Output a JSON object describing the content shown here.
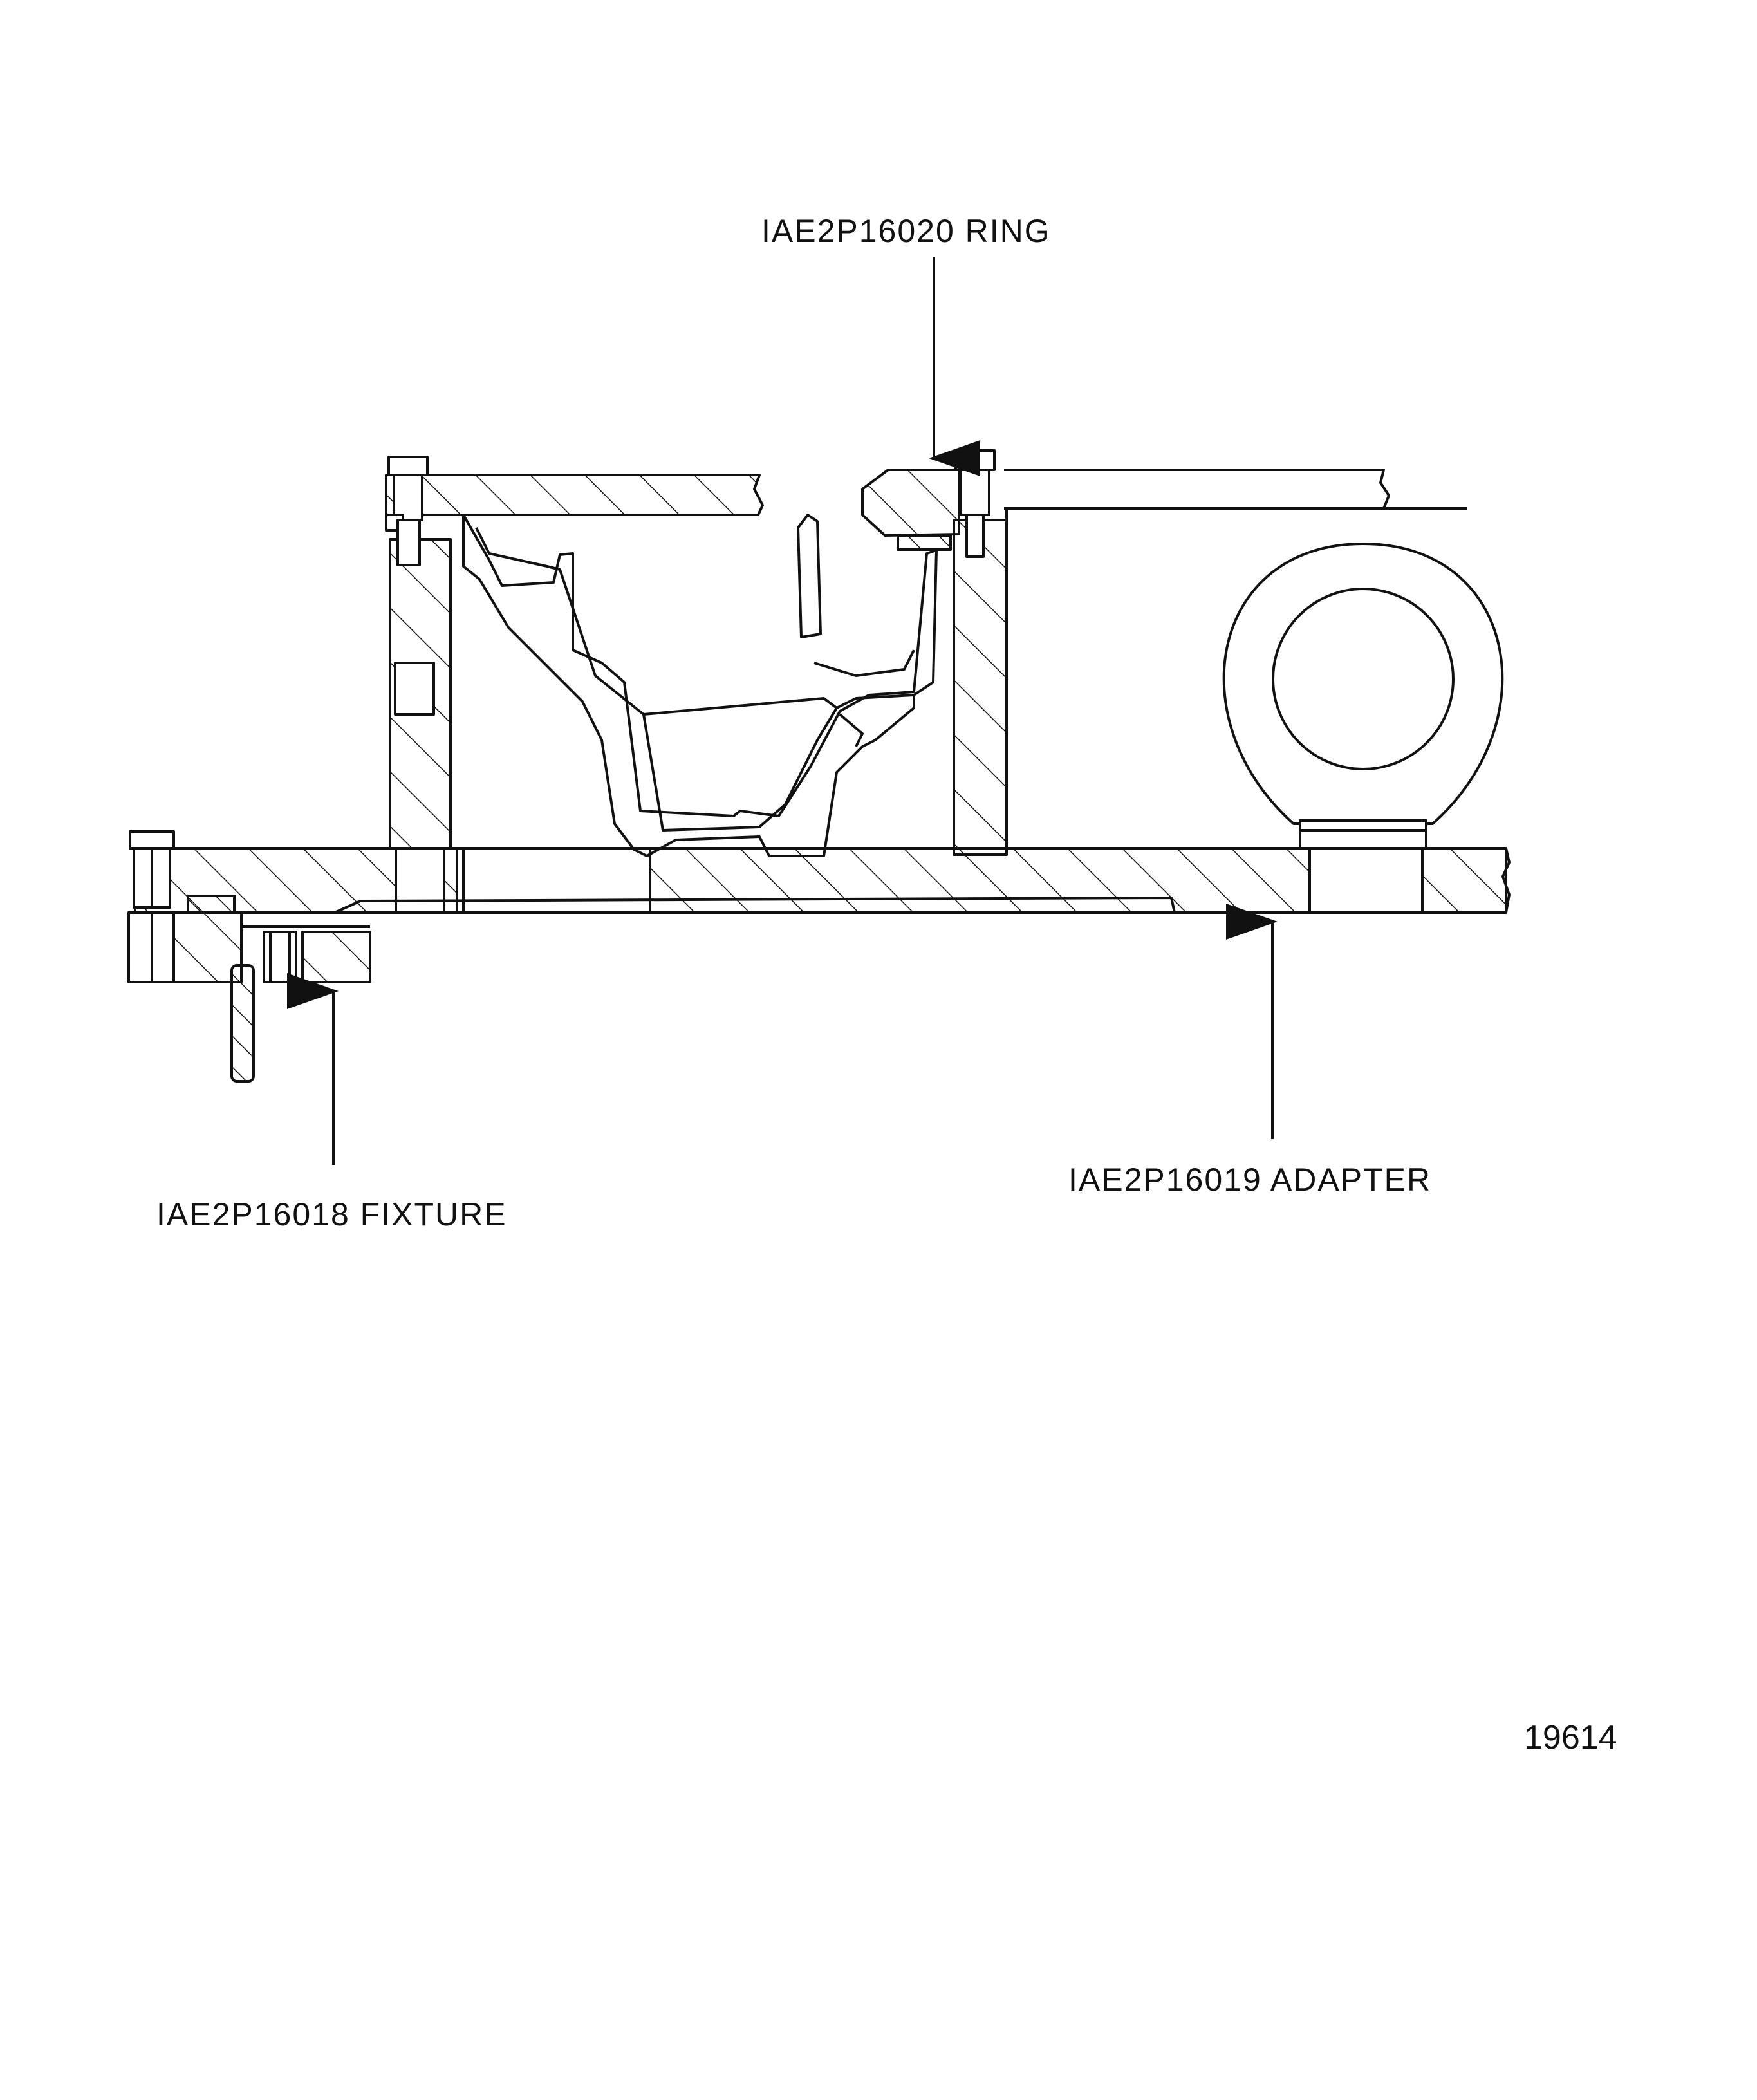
{
  "callouts": {
    "ring": "IAE2P16020 RING",
    "fixture": "IAE2P16018 FIXTURE",
    "adapter": "IAE2P16019 ADAPTER"
  },
  "figure_number": "19614",
  "colors": {
    "ink": "#111111",
    "paper": "#ffffff"
  }
}
